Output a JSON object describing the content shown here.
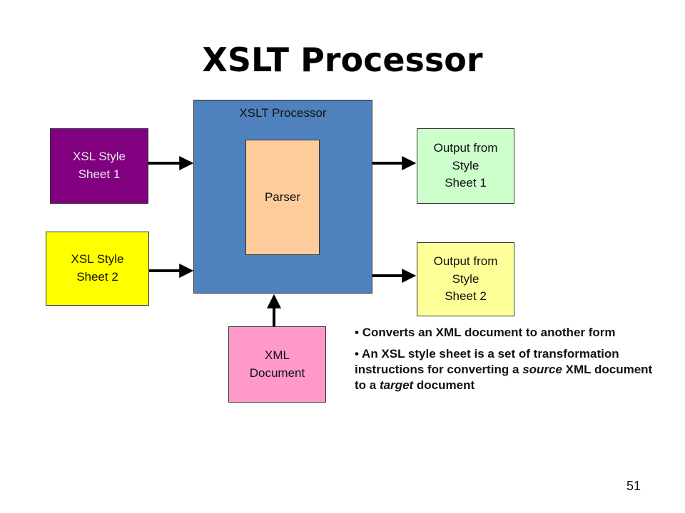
{
  "title": "XSLT Processor",
  "boxes": {
    "xsl_style_sheet_1": "XSL Style\nSheet 1",
    "xsl_style_sheet_2": "XSL Style\nSheet 2",
    "processor": "XSLT Processor",
    "parser": "Parser",
    "output_1": "Output from\nStyle\nSheet 1",
    "output_2": "Output from\nStyle\nSheet 2",
    "xml_document": "XML\nDocument"
  },
  "colors": {
    "xsl_style_sheet_1": "#800080",
    "xsl_style_sheet_2": "#ffff00",
    "processor": "#4f81bd",
    "parser": "#fecb9a",
    "output_1": "#ccffcc",
    "output_2": "#ffff99",
    "xml_document": "#ff99cc"
  },
  "notes": {
    "bullet_1": "Converts an XML document to another form",
    "bullet_2": {
      "part_1": "An XSL style sheet is a set of transformation instructions for converting a ",
      "emphasis_1": "source",
      "part_2": " XML document to a ",
      "emphasis_2": "target",
      "part_3": " document"
    }
  },
  "page_number": "51"
}
